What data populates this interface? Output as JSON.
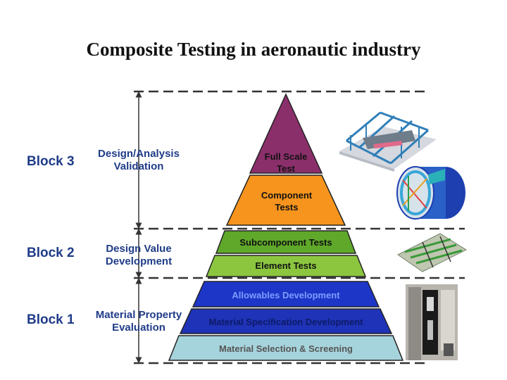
{
  "title": "Composite Testing in aeronautic industry",
  "blocks": [
    {
      "label": "Block 3",
      "phase": "Design/Analysis\nValidation"
    },
    {
      "label": "Block 2",
      "phase": "Design Value\nDevelopment"
    },
    {
      "label": "Block 1",
      "phase": "Material Property\nEvaluation"
    }
  ],
  "tiers": [
    {
      "label": "Full Scale\nTest",
      "color": "#8b2f6b"
    },
    {
      "label": "Component\nTests",
      "color": "#f7941d"
    },
    {
      "label": "Subcomponent Tests",
      "color": "#5fa829"
    },
    {
      "label": "Element Tests",
      "color": "#8cc63f"
    },
    {
      "label": "Allowables Development",
      "color": "#1d36c8"
    },
    {
      "label": "Material Specification Development",
      "color": "#1e33b7"
    },
    {
      "label": "Material Selection & Screening",
      "color": "#a6d4dc"
    }
  ],
  "colors": {
    "block_text": "#1f3c88",
    "dash_line": "#333333"
  }
}
